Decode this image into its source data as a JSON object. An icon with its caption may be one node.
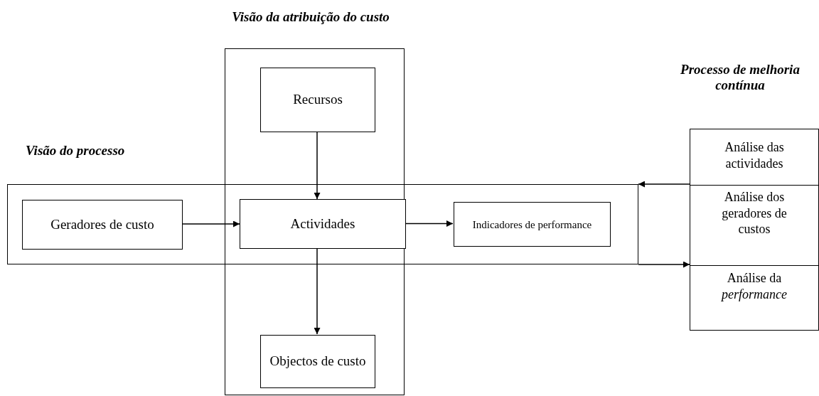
{
  "diagram": {
    "nodes": [
      {
        "text": [
          "Visão da atribuição do custo"
        ]
      },
      {
        "text": [
          "Recursos"
        ],
        "in": 0
      },
      {
        "text": [
          "Visão do processo"
        ]
      },
      {
        "text": [
          "Geradores de custo"
        ],
        "in": 2
      },
      {
        "text": [
          "Actividades"
        ]
      },
      {
        "text": [
          "Indicadores de performance"
        ],
        "in": 2
      },
      {
        "text": [
          "Objectos de custo"
        ],
        "in": 0
      },
      {
        "text": [
          "Processo de melhoria contínua",
          "Análise das actividades",
          "Análise dos geradores de custos",
          "Análise da *performance*"
        ]
      }
    ],
    "edges": [
      {
        "from": 1,
        "to": 4,
        "arrow": "to"
      },
      {
        "from": 3,
        "to": 4,
        "arrow": "to"
      },
      {
        "from": 4,
        "to": 5,
        "arrow": "to"
      },
      {
        "from": 4,
        "to": 6,
        "arrow": "to"
      },
      {
        "from": 7,
        "to": 2,
        "arrow": "to"
      },
      {
        "from": 2,
        "to": 7,
        "arrow": "to"
      }
    ]
  }
}
